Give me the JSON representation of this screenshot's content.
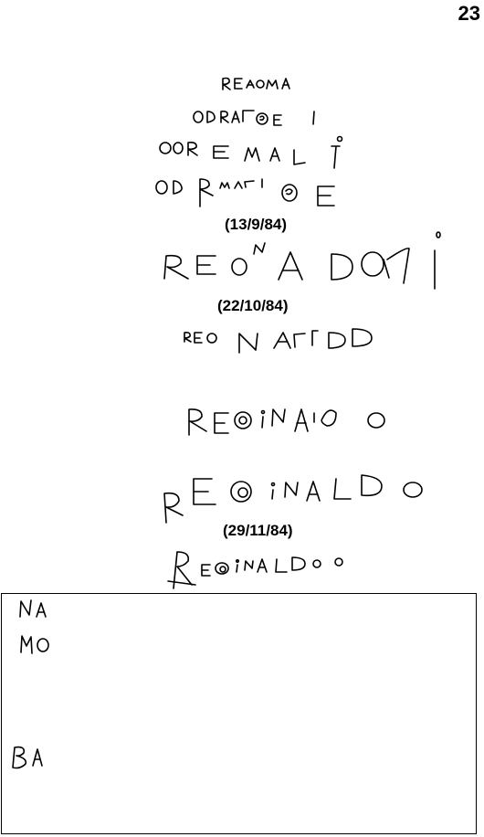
{
  "page": {
    "number": "23"
  },
  "dates": [
    "(13/9/84)",
    "(22/10/84)",
    "(29/11/84)"
  ],
  "handwriting": {
    "attempts": [
      "READMA",
      "ODRATOEI",
      "ODREMALI",
      "ODRMATOE",
      "REONADORI",
      "REONATIDD",
      "REGINAIDO",
      "REGINALDO",
      "REGINALDO"
    ],
    "box_syllables": [
      "NA",
      "MO",
      "BA"
    ]
  }
}
